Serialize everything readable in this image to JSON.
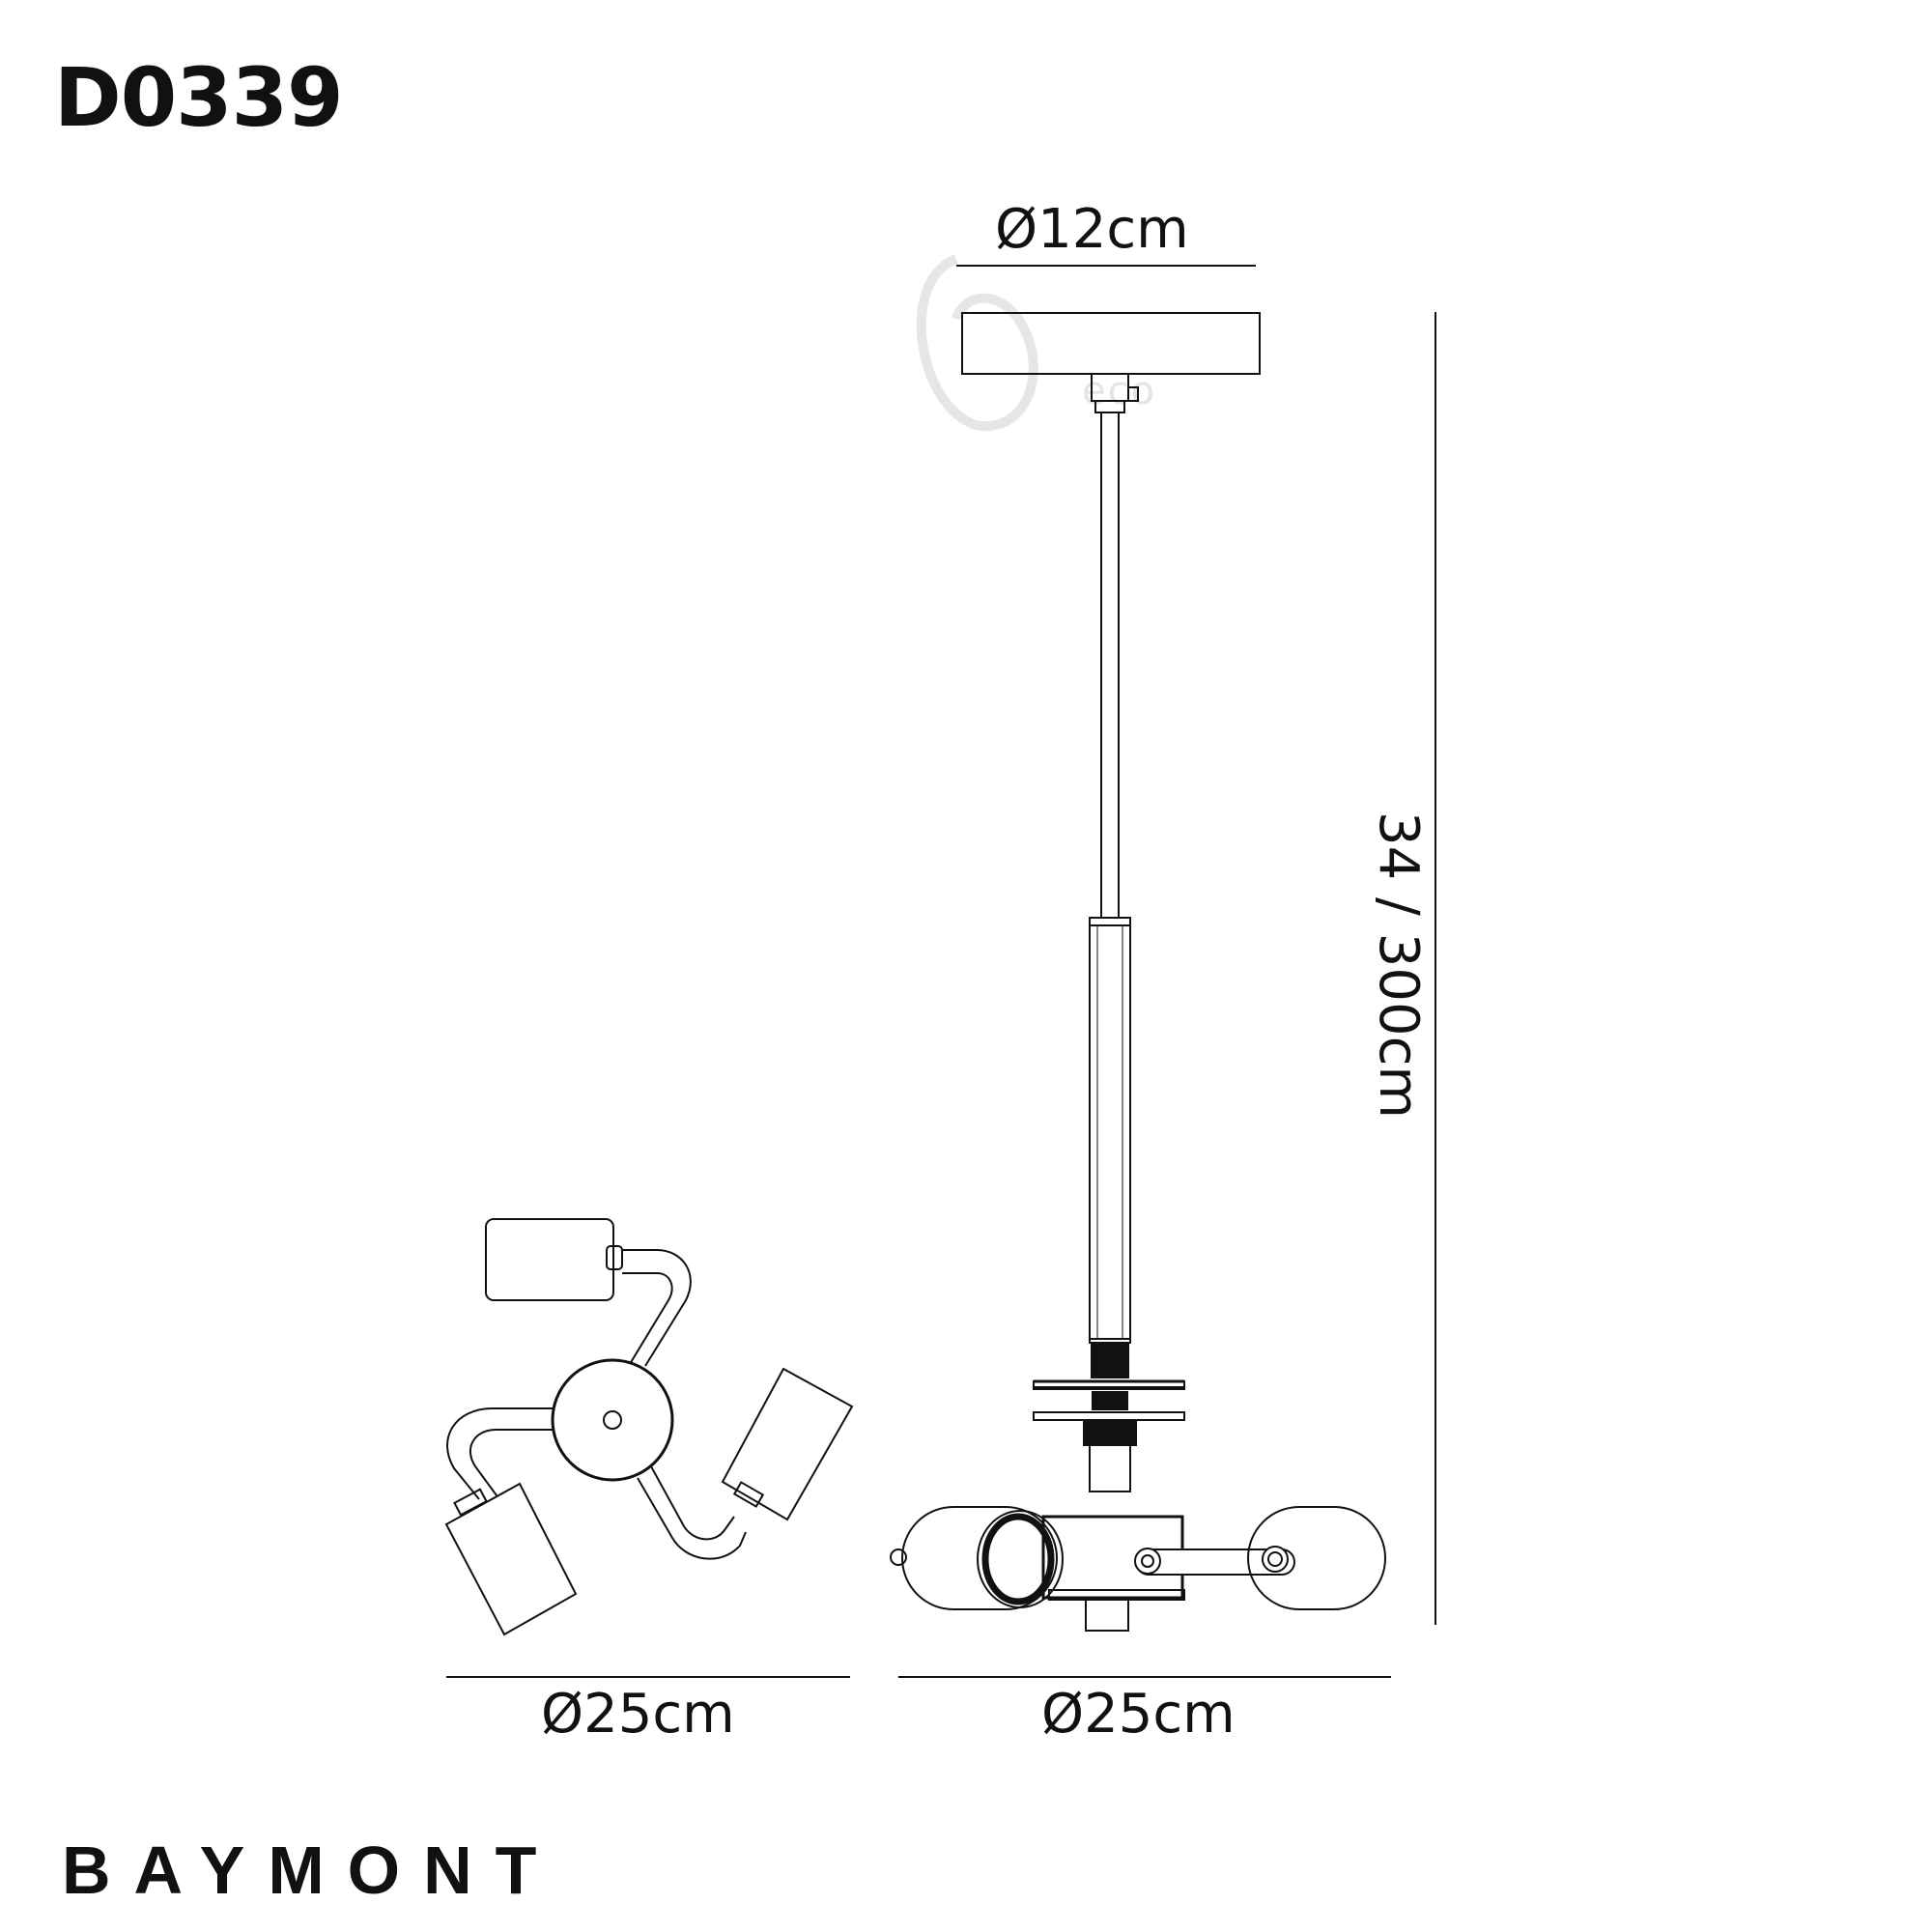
{
  "product_code": "D0339",
  "brand": "BAYMONT",
  "watermark": "eco",
  "dimensions": {
    "canopy_diameter": "Ø12cm",
    "height": "34 / 300cm",
    "plan_diameter": "Ø25cm",
    "elevation_diameter": "Ø25cm"
  }
}
